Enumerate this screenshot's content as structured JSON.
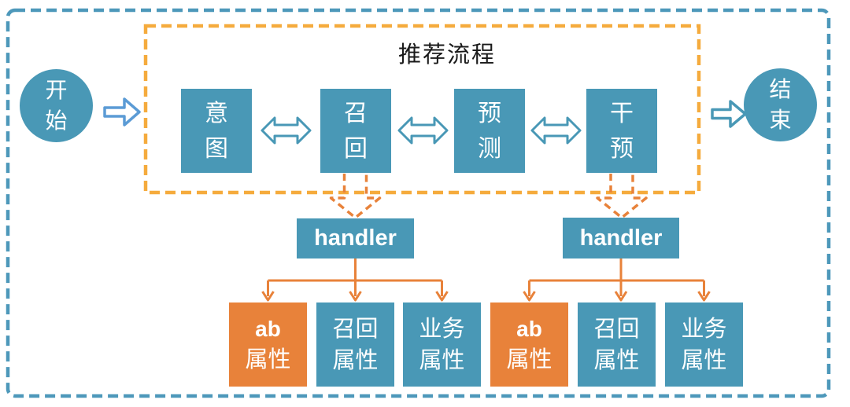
{
  "flow": {
    "title": "推荐流程",
    "start_label": "开始",
    "end_label": "结束",
    "steps": [
      {
        "label": "意图"
      },
      {
        "label": "召回"
      },
      {
        "label": "预测"
      },
      {
        "label": "干预"
      }
    ]
  },
  "handlers": [
    {
      "label": "handler"
    },
    {
      "label": "handler"
    }
  ],
  "attribute_groups": [
    {
      "boxes": [
        {
          "line1": "ab",
          "line2": "属性",
          "accent": "orange"
        },
        {
          "line1": "召回",
          "line2": "属性",
          "accent": "teal"
        },
        {
          "line1": "业务",
          "line2": "属性",
          "accent": "teal"
        }
      ]
    },
    {
      "boxes": [
        {
          "line1": "ab",
          "line2": "属性",
          "accent": "orange"
        },
        {
          "line1": "召回",
          "line2": "属性",
          "accent": "teal"
        },
        {
          "line1": "业务",
          "line2": "属性",
          "accent": "teal"
        }
      ]
    }
  ],
  "colors": {
    "teal": "#4998B6",
    "orange": "#E8823A",
    "frame_orange": "#F5AB3D",
    "blue_arrow": "#5B9BD5",
    "border_teal": "#4D98BA",
    "title_text": "#1A1A1A"
  }
}
